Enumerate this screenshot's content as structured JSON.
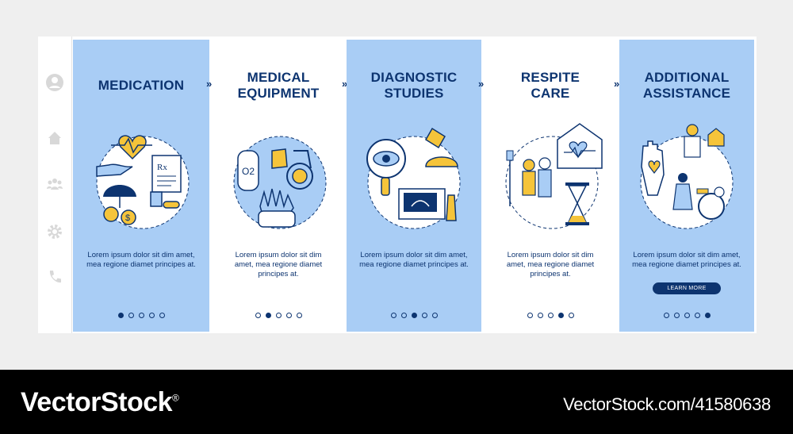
{
  "colors": {
    "accent_blue": "#a9cdf5",
    "navy": "#0d3470",
    "yellow": "#f5c43a",
    "footer": "#000000"
  },
  "sidebar": {
    "icons": [
      "user-icon",
      "home-icon",
      "group-icon",
      "gear-icon",
      "phone-icon"
    ]
  },
  "screens": [
    {
      "title": "MEDICATION",
      "body": "Lorem ipsum dolor sit dim amet, mea regione diamet principes at.",
      "active_dot": 1
    },
    {
      "title_line1": "MEDICAL",
      "title_line2": "EQUIPMENT",
      "body": "Lorem ipsum dolor sit dim amet, mea regione diamet principes at.",
      "active_dot": 2
    },
    {
      "title_line1": "DIAGNOSTIC",
      "title_line2": "STUDIES",
      "body": "Lorem ipsum dolor sit dim amet, mea regione diamet principes at.",
      "active_dot": 3
    },
    {
      "title_line1": "RESPITE",
      "title_line2": "CARE",
      "body": "Lorem ipsum dolor sit dim amet, mea regione diamet principes at.",
      "active_dot": 4
    },
    {
      "title_line1": "ADDITIONAL",
      "title_line2": "ASSISTANCE",
      "body": "Lorem ipsum dolor sit dim amet, mea regione diamet principes at.",
      "button": "LEARN MORE",
      "active_dot": 5
    }
  ],
  "next_arrow": "»",
  "footer": {
    "brand": "VectorStock",
    "registered": "®",
    "url": "VectorStock.com/41580638"
  }
}
